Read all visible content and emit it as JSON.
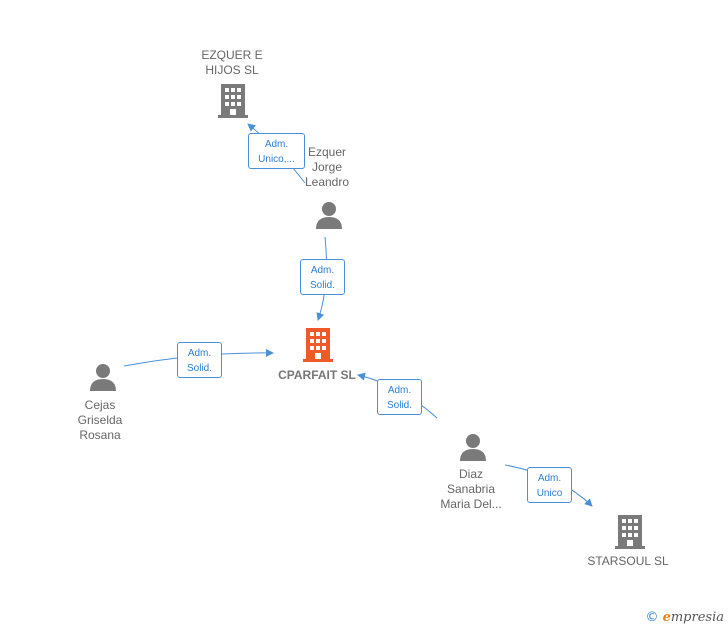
{
  "nodes": {
    "ezquer_hijos": {
      "label": "EZQUER E\nHIJOS  SL"
    },
    "ezquer_jorge": {
      "label": "Ezquer\nJorge\nLeandro"
    },
    "cparfait": {
      "label": "CPARFAIT  SL"
    },
    "cejas": {
      "label": "Cejas\nGriselda\nRosana"
    },
    "diaz": {
      "label": "Diaz\nSanabria\nMaria Del..."
    },
    "starsoul": {
      "label": "STARSOUL  SL"
    }
  },
  "relations": {
    "r1": "Adm.\nUnico,...",
    "r2": "Adm.\nSolid.",
    "r3": "Adm.\nSolid.",
    "r4": "Adm.\nSolid.",
    "r5": "Adm.\nUnico"
  },
  "colors": {
    "link": "#4a90d9",
    "main_company": "#f05a28",
    "company": "#7a7a7a",
    "person": "#7a7a7a"
  },
  "footer": {
    "copyright": "©",
    "brand_first": "e",
    "brand_rest": "mpresia"
  }
}
